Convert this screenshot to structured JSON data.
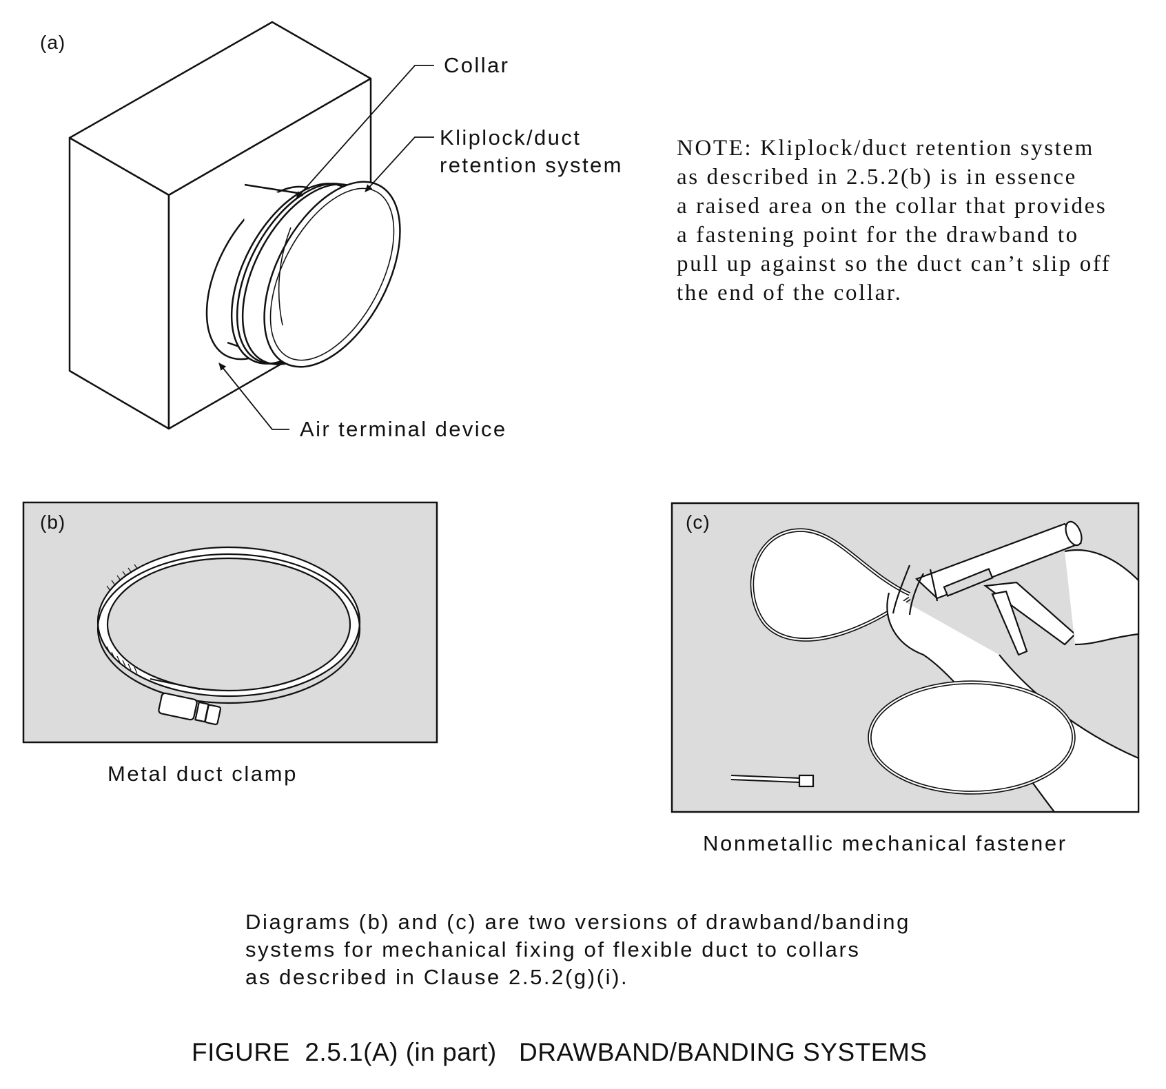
{
  "panel_a": {
    "label": "(a)",
    "callouts": {
      "collar": "Collar",
      "kliplock_line1": "Kliplock/duct",
      "kliplock_line2": "retention system",
      "air_terminal": "Air terminal device"
    }
  },
  "note": {
    "lines": [
      "NOTE: Kliplock/duct retention system",
      "as described in 2.5.2(b) is in essence",
      "a raised area on the collar that provides",
      "a fastening point for the drawband to",
      "pull up against so the duct can’t slip off",
      "the end of the collar."
    ]
  },
  "panel_b": {
    "label": "(b)",
    "caption": "Metal duct clamp"
  },
  "panel_c": {
    "label": "(c)",
    "caption": "Nonmetallic mechanical fastener"
  },
  "description": {
    "lines": [
      "Diagrams (b) and (c) are two versions of drawband/banding",
      "systems for mechanical fixing of flexible duct to collars",
      "as described in Clause 2.5.2(g)(i)."
    ]
  },
  "figure_title": "FIGURE  2.5.1(A) (in part)   DRAWBAND/BANDING SYSTEMS",
  "colors": {
    "panel_fill": "#dcdcdc",
    "line": "#111111"
  }
}
